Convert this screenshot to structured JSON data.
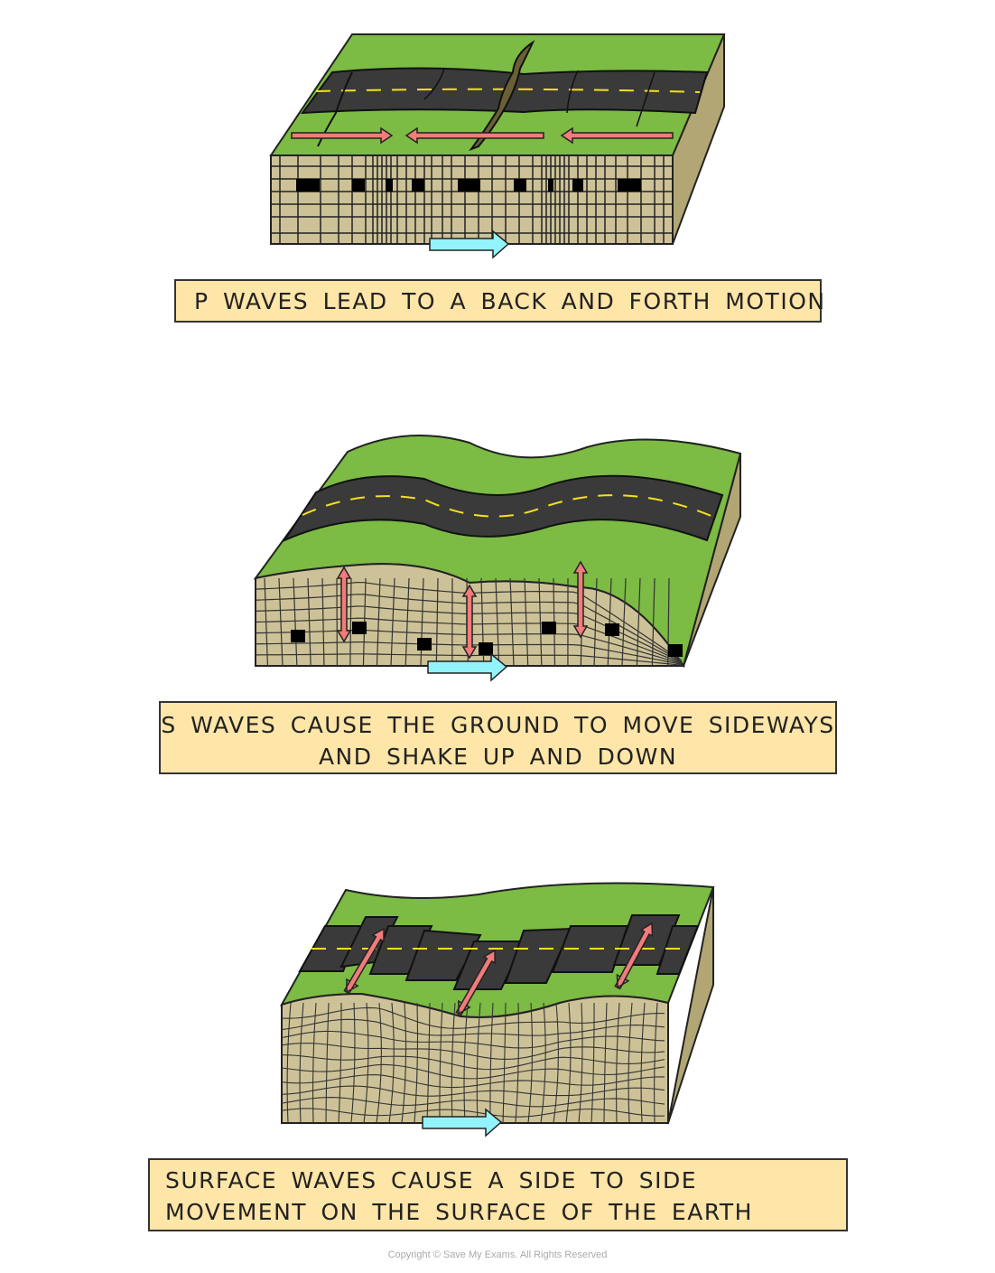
{
  "panels": [
    {
      "caption_lines": [
        "P WAVES LEAD TO A BACK AND FORTH MOTION"
      ]
    },
    {
      "caption_lines": [
        "S WAVES CAUSE THE GROUND TO MOVE SIDEWAYS",
        "AND SHAKE UP AND DOWN"
      ]
    },
    {
      "caption_lines": [
        "SURFACE  WAVES  CAUSE  A  SIDE  TO  SIDE",
        "MOVEMENT  ON  THE SURFACE OF  THE  EARTH"
      ]
    }
  ],
  "copyright": "Copyright © Save My Exams. All Rights Reserved",
  "colors": {
    "grass": "#7cbb44",
    "road": "#3a3a3a",
    "road_line": "#f5e11a",
    "soil": "#cdc297",
    "soil_side": "#b2a674",
    "motion_arrow": "#f27b7b",
    "direction_arrow": "#92f3fb",
    "caption_bg": "#fee5a8"
  }
}
